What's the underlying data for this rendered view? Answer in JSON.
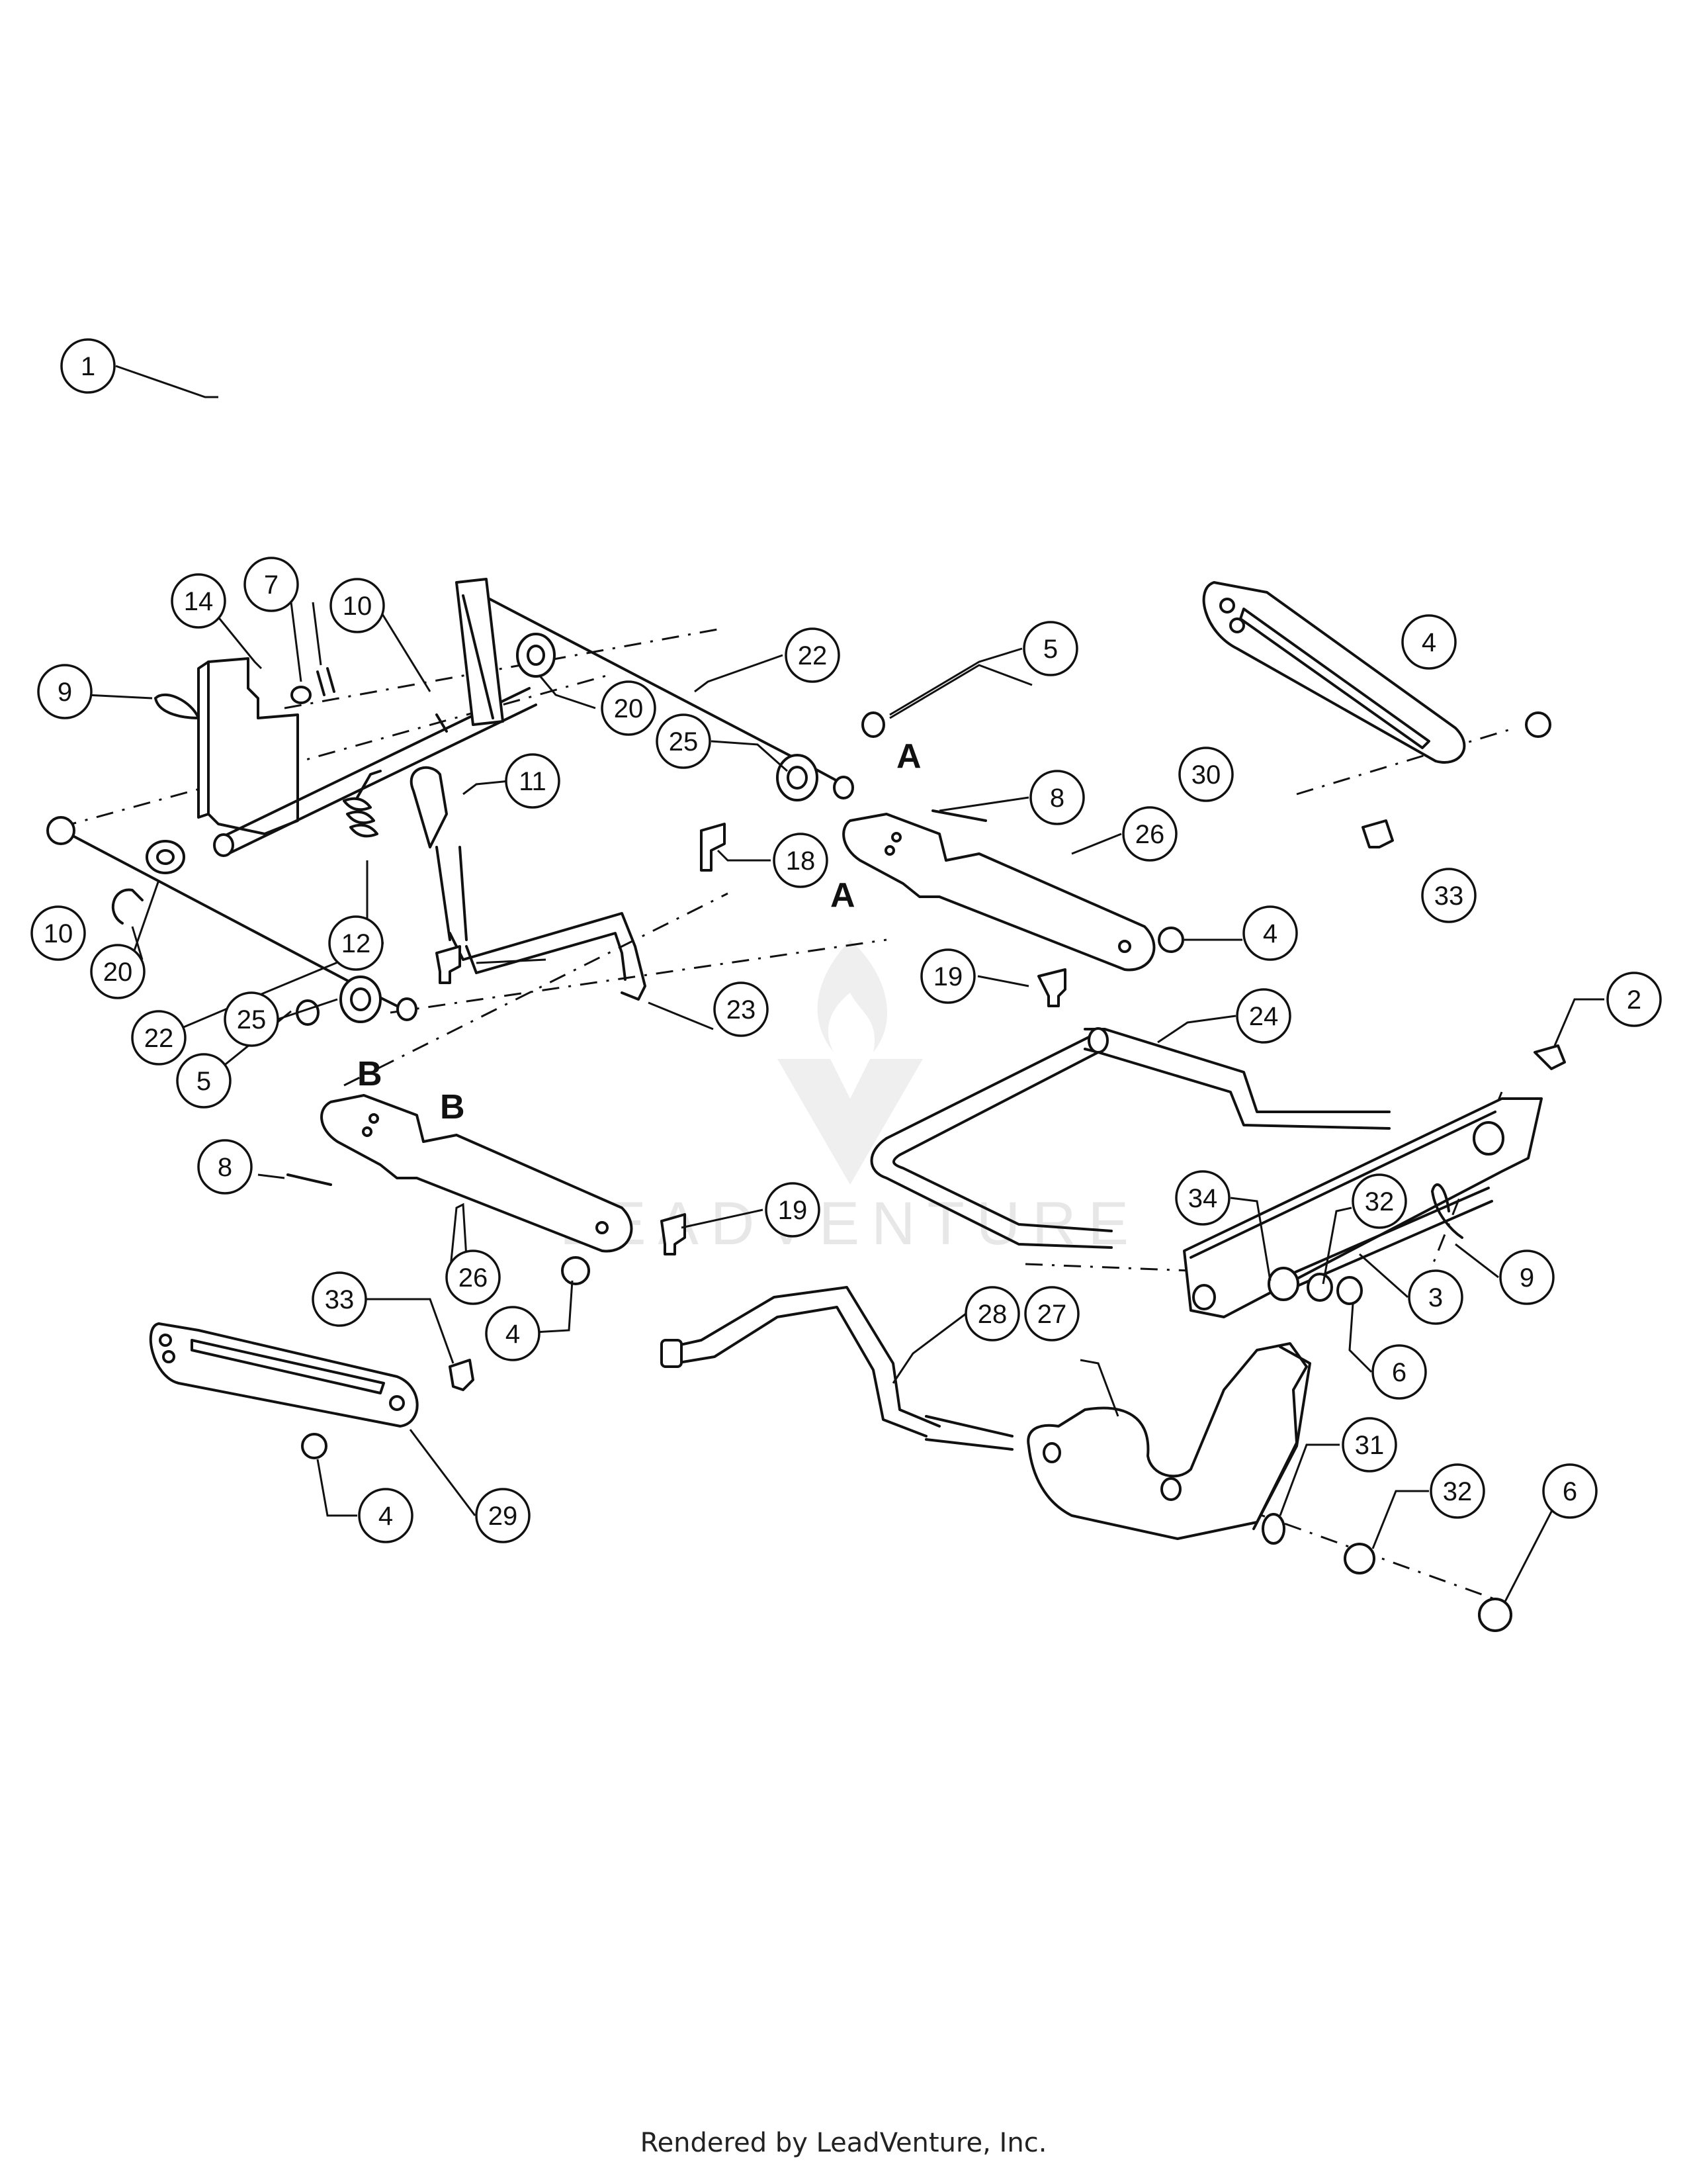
{
  "footer": "Rendered by LeadVenture, Inc.",
  "watermark": "LEADVENTURE",
  "reference_labels": [
    "A",
    "A",
    "B",
    "B"
  ],
  "callouts": [
    "1",
    "14",
    "7",
    "10",
    "22",
    "20",
    "9",
    "5",
    "25",
    "11",
    "8",
    "18",
    "12",
    "26",
    "10",
    "20",
    "22",
    "25",
    "5",
    "23",
    "4",
    "19",
    "30",
    "4",
    "33",
    "24",
    "2",
    "8",
    "19",
    "26",
    "33",
    "4",
    "34",
    "32",
    "3",
    "9",
    "6",
    "28",
    "27",
    "31",
    "32",
    "6",
    "4",
    "29"
  ]
}
